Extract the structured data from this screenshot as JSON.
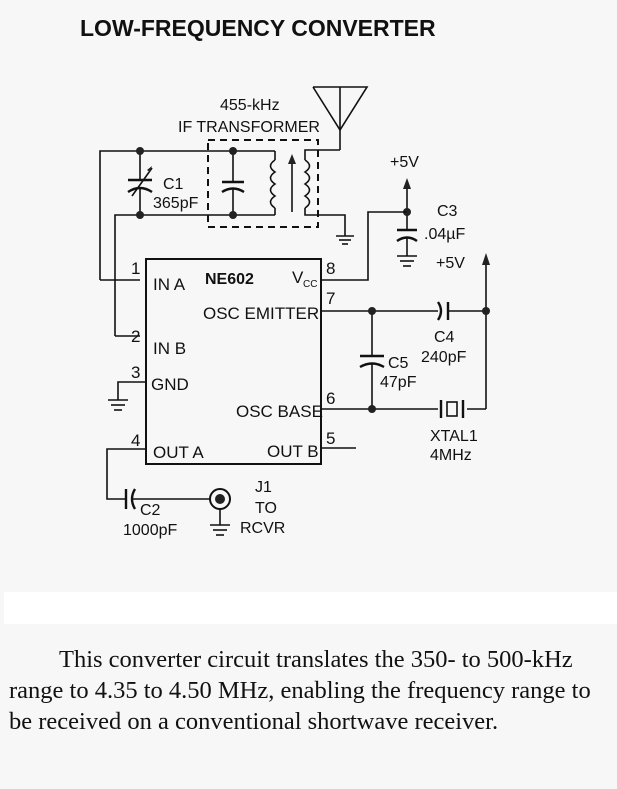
{
  "title": "LOW-FREQUENCY CONVERTER",
  "transformer": {
    "line1": "455-kHz",
    "line2": "IF TRANSFORMER"
  },
  "ic": {
    "name": "NE602",
    "pins": [
      {
        "num": "1",
        "label": "IN A"
      },
      {
        "num": "2",
        "label": "IN B"
      },
      {
        "num": "3",
        "label": "GND"
      },
      {
        "num": "4",
        "label": "OUT A"
      },
      {
        "num": "5",
        "label": "OUT B"
      },
      {
        "num": "6",
        "label": "OSC BASE"
      },
      {
        "num": "7",
        "label": "OSC EMITTER"
      },
      {
        "num": "8",
        "label": "V",
        "sub": "CC"
      }
    ]
  },
  "components": {
    "c1": {
      "ref": "C1",
      "value": "365pF"
    },
    "c2": {
      "ref": "C2",
      "value": "1000pF"
    },
    "c3": {
      "ref": "C3",
      "value": ".04µF"
    },
    "c4": {
      "ref": "C4",
      "value": "240pF"
    },
    "c5": {
      "ref": "C5",
      "value": "47pF"
    },
    "xtal1": {
      "ref": "XTAL1",
      "value": "4MHz"
    },
    "j1": {
      "ref": "J1",
      "line2": "TO",
      "line3": "RCVR"
    }
  },
  "supply": {
    "v1": "+5V",
    "v2": "+5V"
  },
  "caption": "This converter circuit translates the 350- to 500-kHz range to 4.35 to 4.50 MHz, enabling the frequency range to be received on a conventional shortwave receiver."
}
